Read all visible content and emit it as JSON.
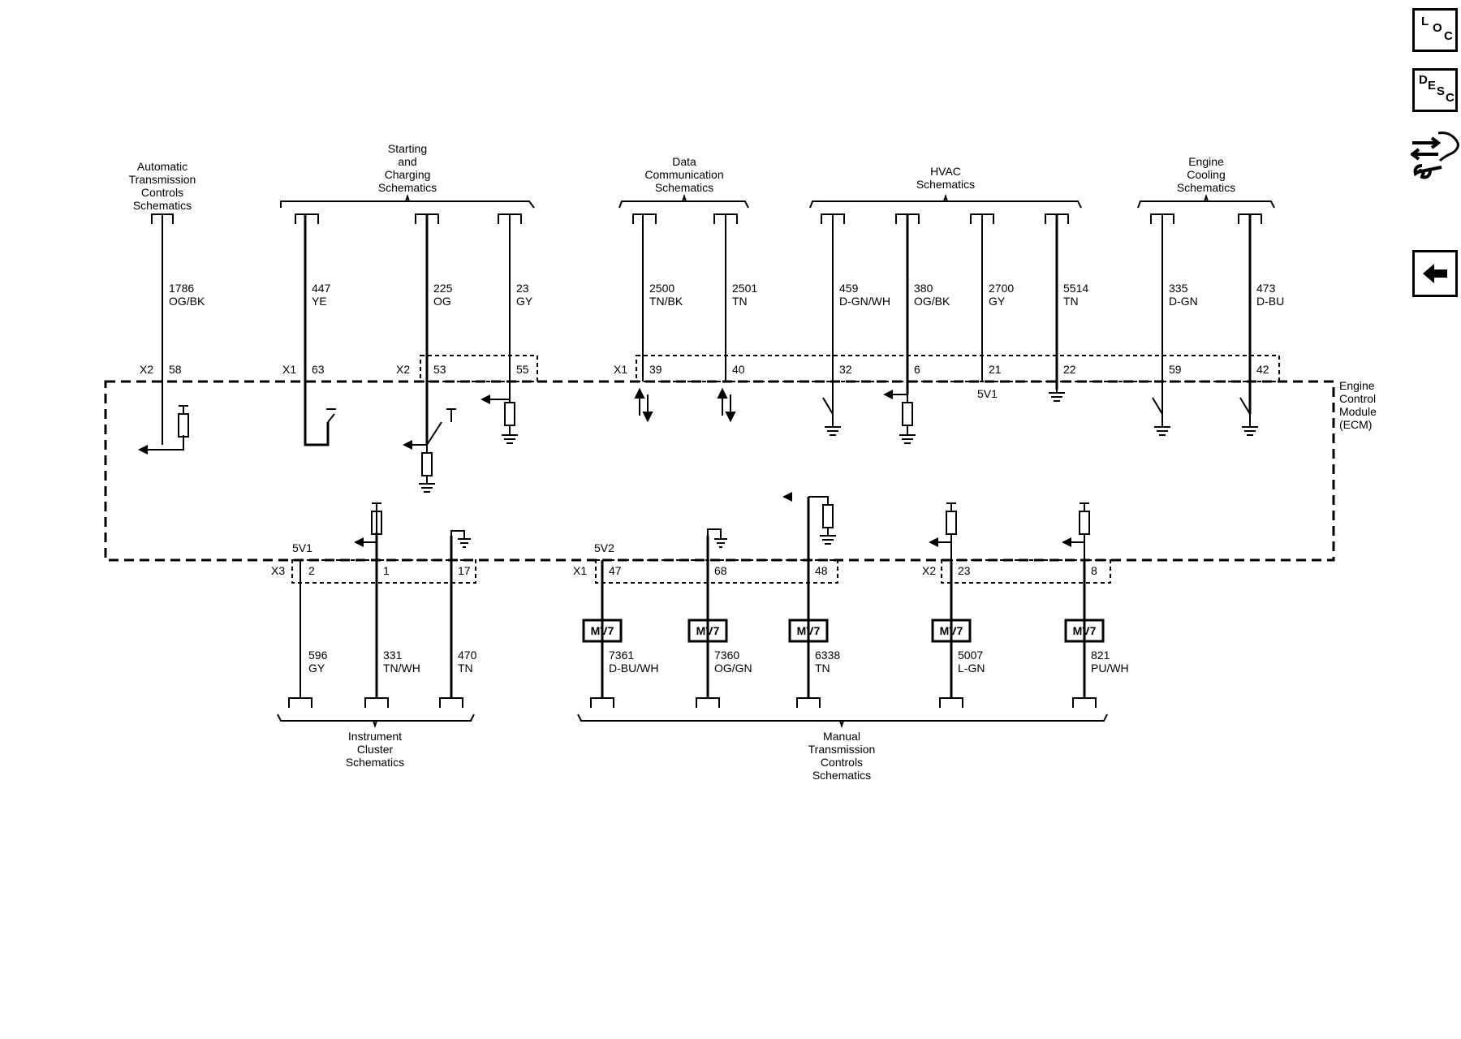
{
  "nav": {
    "loc_letters": [
      "L",
      "O",
      "C"
    ],
    "desc_letters": [
      "D",
      "E",
      "S",
      "C"
    ],
    "connector_icon": "wire-harness-wrench-icon",
    "back_icon": "arrow-left-icon"
  },
  "diagram": {
    "module": {
      "line1": "Engine",
      "line2": "Control",
      "line3": "Module",
      "line4": "(ECM)"
    },
    "top_groups": [
      {
        "lines": [
          "Automatic",
          "Transmission",
          "Controls",
          "Schematics"
        ]
      },
      {
        "lines": [
          "Starting",
          "and",
          "Charging",
          "Schematics"
        ]
      },
      {
        "lines": [
          "Data",
          "Communication",
          "Schematics"
        ]
      },
      {
        "lines": [
          "HVAC",
          "Schematics"
        ]
      },
      {
        "lines": [
          "Engine",
          "Cooling",
          "Schematics"
        ]
      }
    ],
    "bottom_groups": [
      {
        "lines": [
          "Instrument",
          "Cluster",
          "Schematics"
        ]
      },
      {
        "lines": [
          "Manual",
          "Transmission",
          "Controls",
          "Schematics"
        ]
      }
    ],
    "top_wires": [
      {
        "circuit": "1786",
        "color": "OG/BK",
        "pin": "58",
        "connector": "X2"
      },
      {
        "circuit": "447",
        "color": "YE",
        "pin": "63",
        "connector": "X1"
      },
      {
        "circuit": "225",
        "color": "OG",
        "pin": "53",
        "connector": "X2"
      },
      {
        "circuit": "23",
        "color": "GY",
        "pin": "55",
        "connector": ""
      },
      {
        "circuit": "2500",
        "color": "TN/BK",
        "pin": "39",
        "connector": "X1"
      },
      {
        "circuit": "2501",
        "color": "TN",
        "pin": "40",
        "connector": ""
      },
      {
        "circuit": "459",
        "color": "D-GN/WH",
        "pin": "32",
        "connector": ""
      },
      {
        "circuit": "380",
        "color": "OG/BK",
        "pin": "6",
        "connector": ""
      },
      {
        "circuit": "2700",
        "color": "GY",
        "pin": "21",
        "connector": ""
      },
      {
        "circuit": "5514",
        "color": "TN",
        "pin": "22",
        "connector": ""
      },
      {
        "circuit": "335",
        "color": "D-GN",
        "pin": "59",
        "connector": ""
      },
      {
        "circuit": "473",
        "color": "D-BU",
        "pin": "42",
        "connector": ""
      }
    ],
    "top_internal": {
      "label_5v1": "5V1"
    },
    "bottom_wires": [
      {
        "circuit": "596",
        "color": "GY",
        "pin": "2",
        "connector": "X3",
        "supply": "5V1"
      },
      {
        "circuit": "331",
        "color": "TN/WH",
        "pin": "1",
        "connector": "",
        "supply": ""
      },
      {
        "circuit": "470",
        "color": "TN",
        "pin": "17",
        "connector": "",
        "supply": ""
      },
      {
        "circuit": "7361",
        "color": "D-BU/WH",
        "pin": "47",
        "connector": "X1",
        "supply": "5V2",
        "mv": "MV7"
      },
      {
        "circuit": "7360",
        "color": "OG/GN",
        "pin": "68",
        "connector": "",
        "supply": "",
        "mv": "MV7"
      },
      {
        "circuit": "6338",
        "color": "TN",
        "pin": "48",
        "connector": "",
        "supply": "",
        "mv": "MV7"
      },
      {
        "circuit": "5007",
        "color": "L-GN",
        "pin": "23",
        "connector": "X2",
        "supply": "",
        "mv": "MV7"
      },
      {
        "circuit": "821",
        "color": "PU/WH",
        "pin": "8",
        "connector": "",
        "supply": "",
        "mv": "MV7"
      }
    ]
  }
}
